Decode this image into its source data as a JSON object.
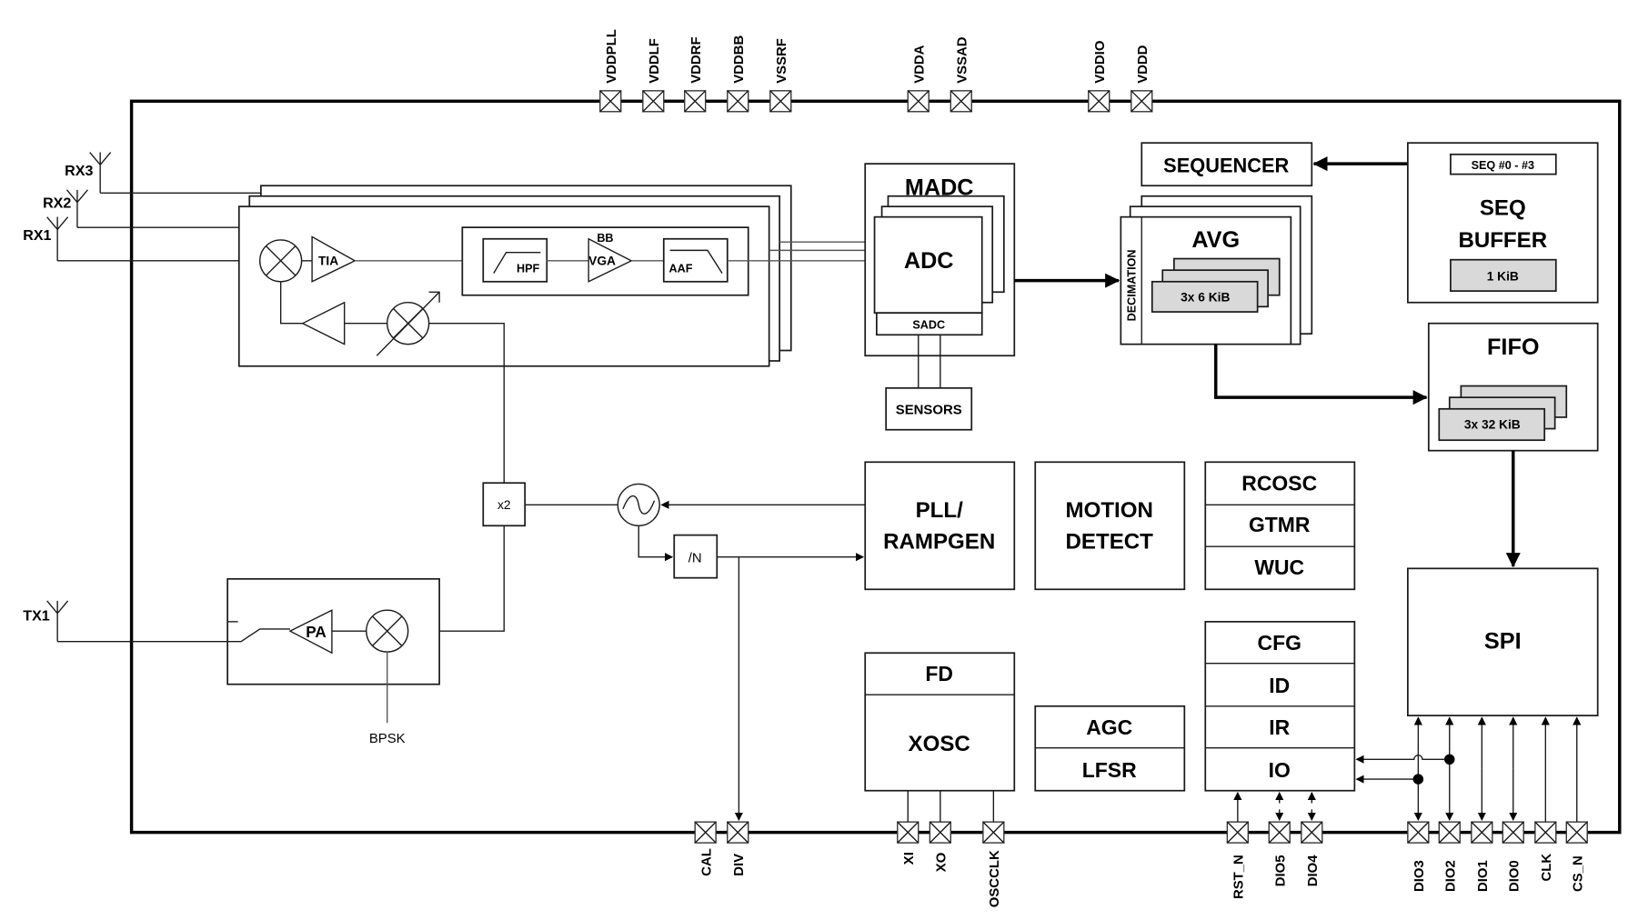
{
  "top_pins": [
    "VDDPLL",
    "VDDLF",
    "VDDRF",
    "VDDBB",
    "VSSRF",
    "VDDA",
    "VSSAD",
    "VDDIO",
    "VDDD"
  ],
  "bottom_pins": [
    "CAL",
    "DIV",
    "XI",
    "XO",
    "OSCCLK",
    "RST_N",
    "DIO5",
    "DIO4",
    "DIO3",
    "DIO2",
    "DIO1",
    "DIO0",
    "CLK",
    "CS_N"
  ],
  "antennas": {
    "rx3": "RX3",
    "rx2": "RX2",
    "rx1": "RX1",
    "tx1": "TX1"
  },
  "rx_chain": {
    "tia": "TIA",
    "bb": "BB",
    "hpf": "HPF",
    "vga": "VGA",
    "aaf": "AAF"
  },
  "tx_chain": {
    "pa": "PA",
    "bpsk": "BPSK"
  },
  "clock": {
    "doubler": "x2",
    "divider": "/N"
  },
  "madc": {
    "title": "MADC",
    "adc": "ADC",
    "sadc": "SADC",
    "sensors": "SENSORS"
  },
  "sequencer": {
    "label": "SEQUENCER"
  },
  "avg": {
    "decimation": "DECIMATION",
    "title": "AVG",
    "memory": "3x 6 KiB"
  },
  "seq_buffer": {
    "range": "SEQ #0 - #3",
    "title_line1": "SEQ",
    "title_line2": "BUFFER",
    "memory": "1 KiB"
  },
  "fifo": {
    "title": "FIFO",
    "memory": "3x 32 KiB"
  },
  "pll": {
    "line1": "PLL/",
    "line2": "RAMPGEN"
  },
  "motion": {
    "line1": "MOTION",
    "line2": "DETECT"
  },
  "timers": [
    "RCOSC",
    "GTMR",
    "WUC"
  ],
  "spi": {
    "label": "SPI"
  },
  "xosc": {
    "fd": "FD",
    "xosc": "XOSC"
  },
  "agc": [
    "AGC",
    "LFSR"
  ],
  "regs": [
    "CFG",
    "ID",
    "IR",
    "IO"
  ]
}
